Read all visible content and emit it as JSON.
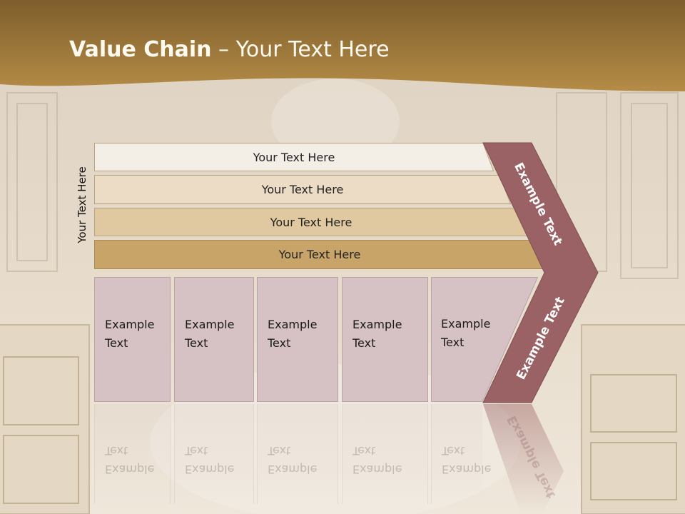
{
  "title": {
    "bold": "Value Chain",
    "rest": " – Your Text Here"
  },
  "side_label": "Your Text Here",
  "bars": [
    {
      "label": "Your Text Here",
      "color": "#f4efe6"
    },
    {
      "label": "Your Text Here",
      "color": "#ecdcc6"
    },
    {
      "label": "Your Text Here",
      "color": "#e0c8a0"
    },
    {
      "label": "Your Text Here",
      "color": "#c9a468"
    }
  ],
  "boxes": [
    {
      "line1": "Example",
      "line2": "Text"
    },
    {
      "line1": "Example",
      "line2": "Text"
    },
    {
      "line1": "Example",
      "line2": "Text"
    },
    {
      "line1": "Example",
      "line2": "Text"
    },
    {
      "line1": "Example",
      "line2": "Text"
    }
  ],
  "chevron": {
    "upper": "Example Text",
    "lower": "Example Text",
    "color": "#9a6264"
  },
  "colors": {
    "header_top": "#8a6a36",
    "header_bottom": "#b8914a"
  }
}
